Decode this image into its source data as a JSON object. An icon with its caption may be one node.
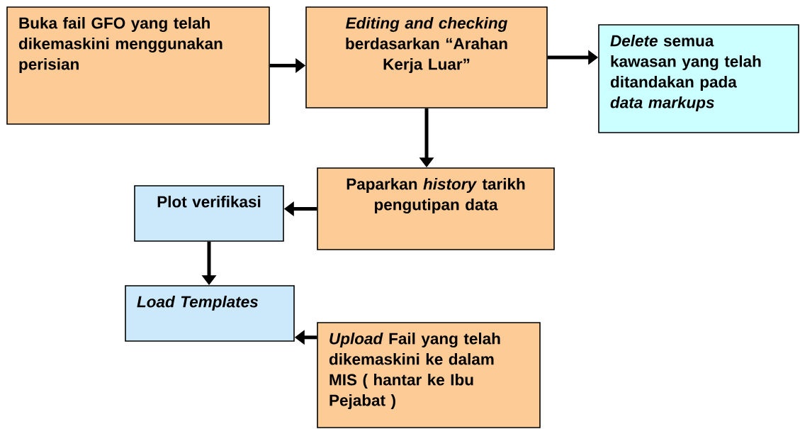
{
  "diagram": {
    "nodes": [
      {
        "text": [
          "Buka fail GFO yang telah dikemaskini menggunakan perisian"
        ]
      },
      {
        "text": [
          "*Editing and checking* berdasarkan “Arahan Kerja Luar”"
        ]
      },
      {
        "text": [
          "*Delete* semua kawasan yang telah ditandakan pada *data markups*"
        ]
      },
      {
        "text": [
          "Paparkan *history* tarikh pengutipan data"
        ]
      },
      {
        "text": [
          "Plot verifikasi"
        ]
      },
      {
        "text": [
          "*Load Templates*"
        ]
      },
      {
        "text": [
          "*Upload* Fail yang telah dikemaskini ke dalam MIS ( hantar ke Ibu Pejabat )"
        ]
      }
    ],
    "edges": [
      {
        "from": 0,
        "to": 1,
        "arrow": "to"
      },
      {
        "from": 1,
        "to": 2,
        "arrow": "to"
      },
      {
        "from": 1,
        "to": 3,
        "arrow": "to"
      },
      {
        "from": 3,
        "to": 4,
        "arrow": "to"
      },
      {
        "from": 4,
        "to": 5,
        "arrow": "to"
      },
      {
        "from": 6,
        "to": 5,
        "arrow": "to"
      }
    ]
  }
}
